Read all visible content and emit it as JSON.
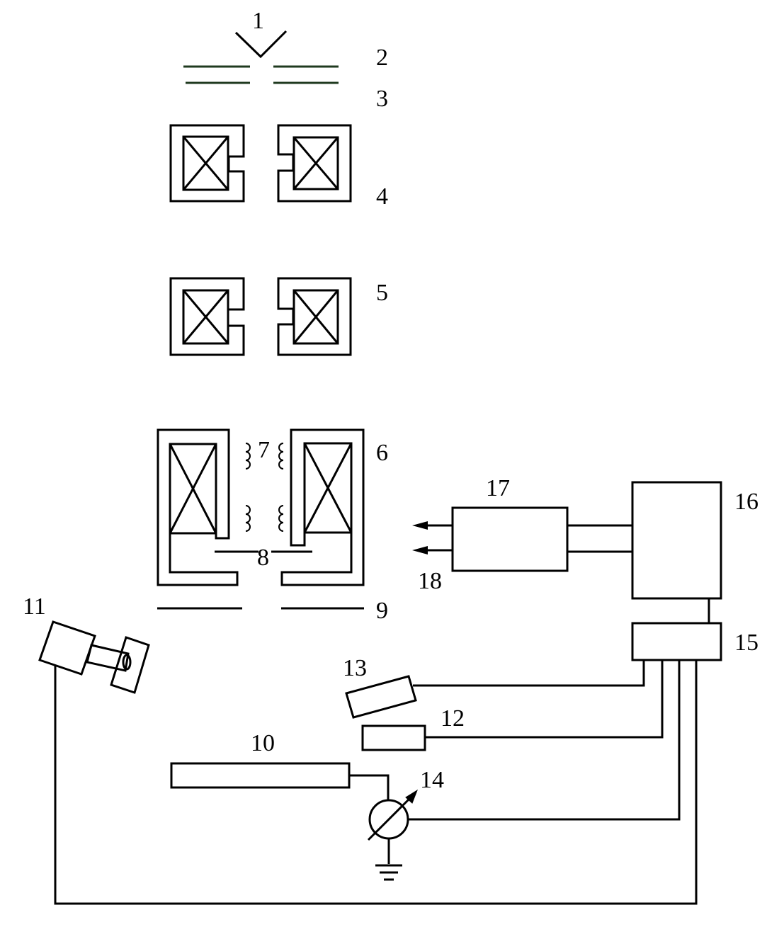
{
  "colors": {
    "line": "#000000",
    "plate": "#1f3a1f",
    "background": "#ffffff"
  },
  "labels": {
    "l1": "1",
    "l2": "2",
    "l3": "3",
    "l4": "4",
    "l5": "5",
    "l6": "6",
    "l7": "7",
    "l8": "8",
    "l9": "9",
    "l10": "10",
    "l11": "11",
    "l12": "12",
    "l13": "13",
    "l14": "14",
    "l15": "15",
    "l16": "16",
    "l17": "17",
    "l18": "18"
  }
}
